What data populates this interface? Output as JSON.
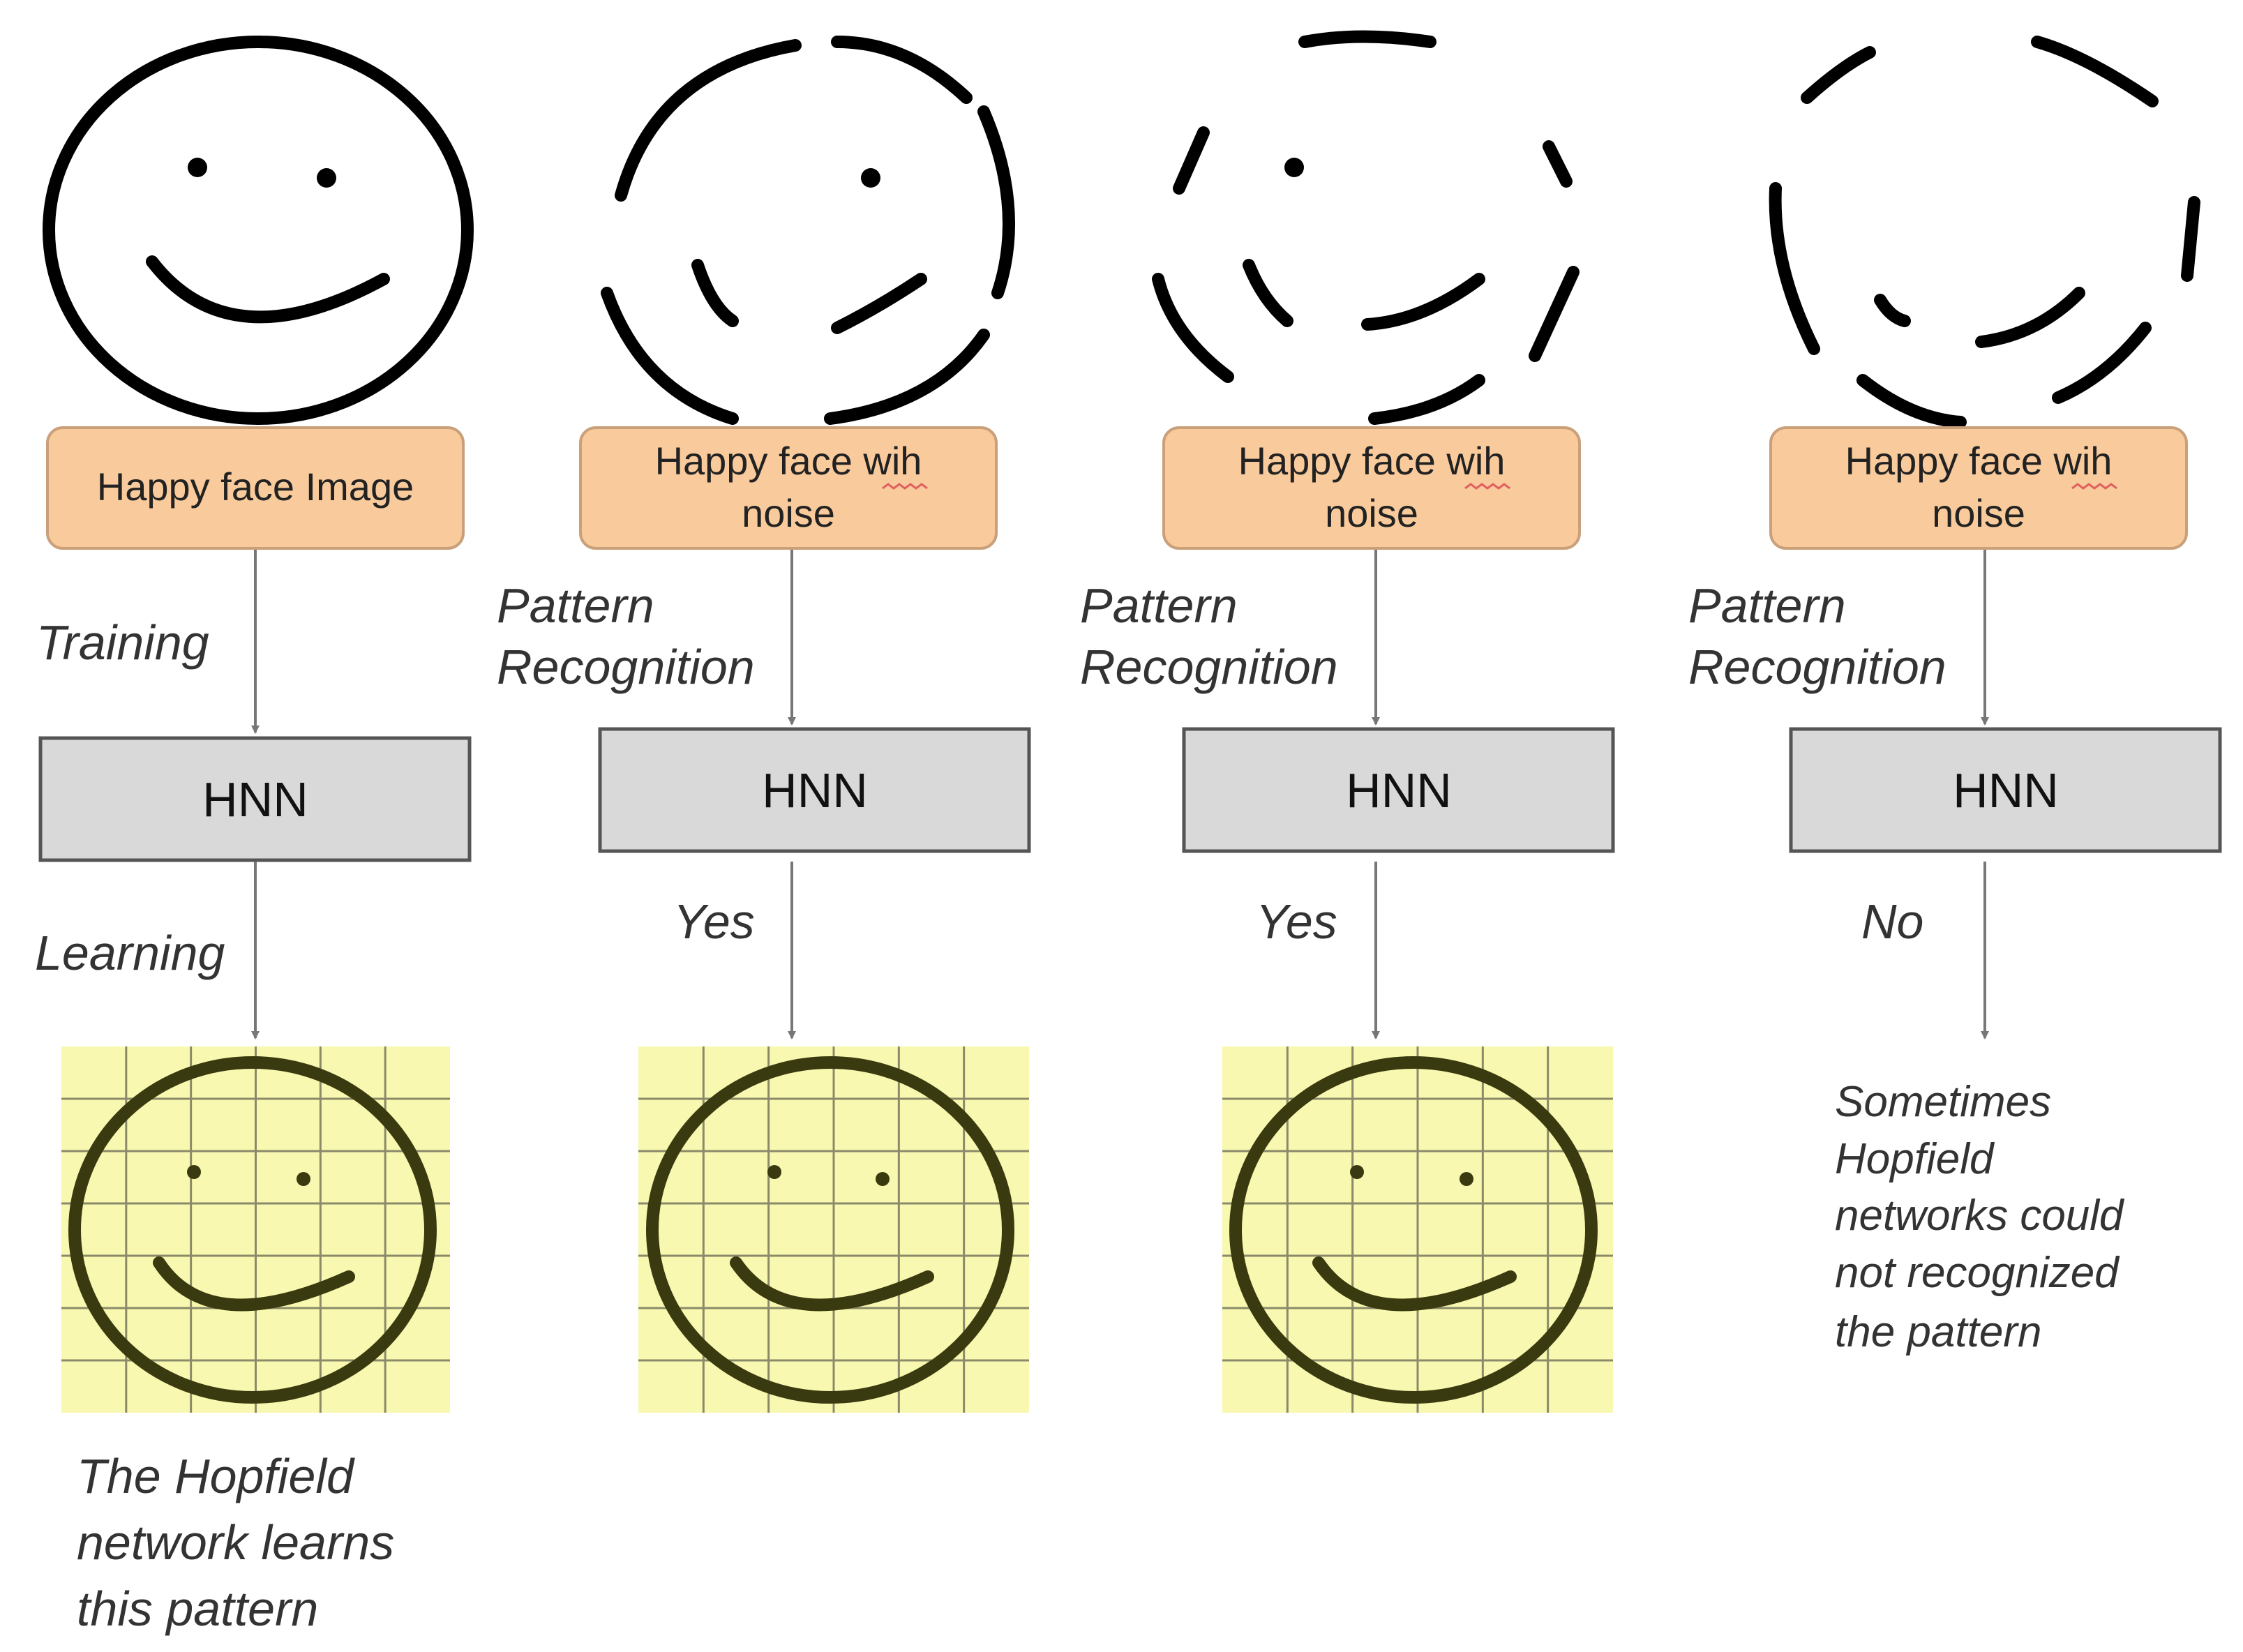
{
  "columns": [
    {
      "box_lines": [
        "Happy face Image"
      ],
      "flow_label_top": [
        "Training"
      ],
      "hnn_label": "HNN",
      "flow_label_bottom": "Learning",
      "note": [
        "The Hopfield",
        "network learns",
        "this pattern"
      ]
    },
    {
      "box_lines": [
        "Happy face wih",
        "noise"
      ],
      "flow_label_top": [
        "Pattern",
        "Recognition"
      ],
      "hnn_label": "HNN",
      "flow_label_bottom": "Yes",
      "note": []
    },
    {
      "box_lines": [
        "Happy face wih",
        "noise"
      ],
      "flow_label_top": [
        "Pattern",
        "Recognition"
      ],
      "hnn_label": "HNN",
      "flow_label_bottom": "Yes",
      "note": []
    },
    {
      "box_lines": [
        "Happy face wih",
        "noise"
      ],
      "flow_label_top": [
        "Pattern",
        "Recognition"
      ],
      "hnn_label": "HNN",
      "flow_label_bottom": "No",
      "note": [
        "Sometimes",
        "Hopfield",
        "networks could",
        "not recognized",
        "the pattern"
      ]
    }
  ],
  "colors": {
    "input_box": "#f9cb9c",
    "hnn_box": "#d9d9d9",
    "grid_background": "#f8f8b0",
    "grid_face": "#3a3a10"
  }
}
